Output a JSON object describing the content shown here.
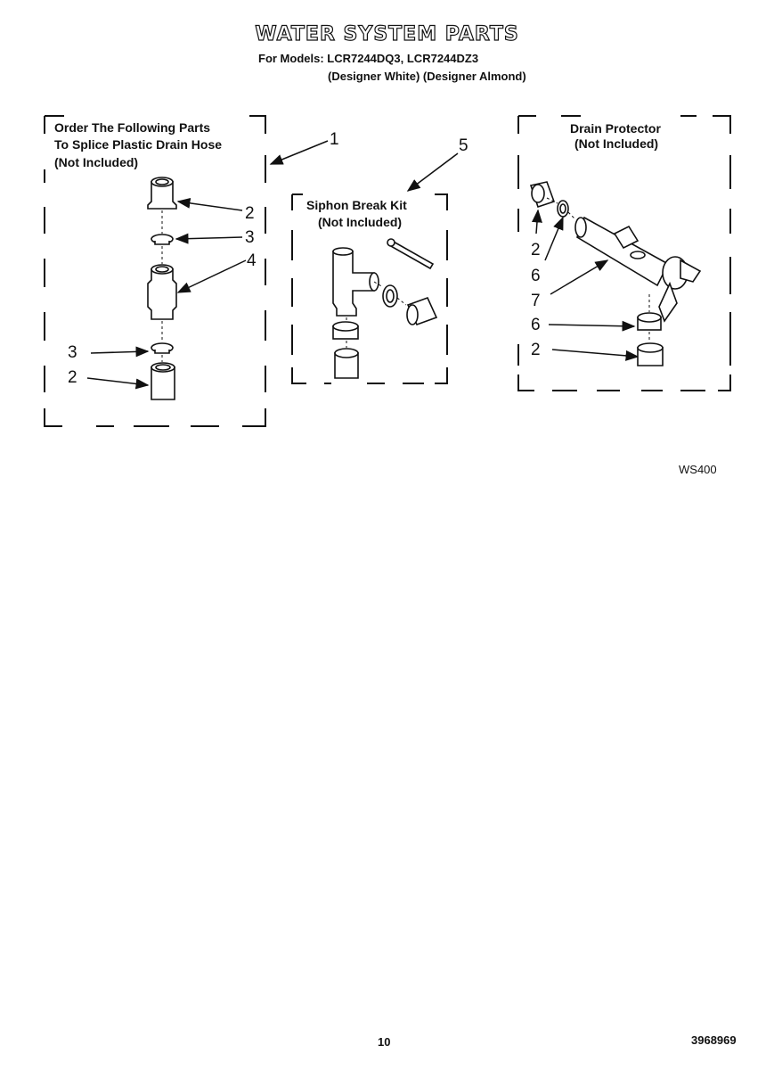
{
  "header": {
    "title": "WATER SYSTEM PARTS",
    "models_line": "For Models: LCR7244DQ3, LCR7244DZ3",
    "variants_line": "(Designer White)  (Designer Almond)"
  },
  "kits": {
    "splice": {
      "line1": "Order The Following Parts",
      "line2": "To Splice Plastic Drain Hose",
      "line3": "(Not Included)"
    },
    "siphon": {
      "line1": "Siphon Break Kit",
      "line2": "(Not Included)"
    },
    "drain": {
      "line1": "Drain Protector",
      "line2": "(Not Included)"
    }
  },
  "callouts": {
    "c1": "1",
    "c5": "5",
    "splice_2a": "2",
    "splice_3a": "3",
    "splice_4": "4",
    "splice_3b": "3",
    "splice_2b": "2",
    "drain_2a": "2",
    "drain_6a": "6",
    "drain_7": "7",
    "drain_6b": "6",
    "drain_2b": "2"
  },
  "figure_code": "WS400",
  "footer": {
    "page_number": "10",
    "doc_number": "3968969"
  }
}
